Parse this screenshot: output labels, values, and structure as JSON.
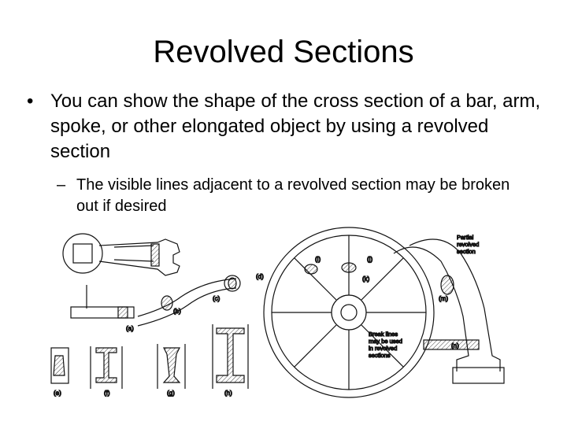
{
  "slide": {
    "title": "Revolved Sections",
    "bullet1": {
      "marker": "•",
      "text": "You can show the shape of the cross section of a bar, arm, spoke, or other elongated object by using a revolved section"
    },
    "bullet2": {
      "marker": "–",
      "text": "The visible lines adjacent to a revolved section may be broken out if desired"
    }
  },
  "figure": {
    "labels": {
      "a": "(a)",
      "b": "(b)",
      "c": "(c)",
      "d": "(d)",
      "e": "(e)",
      "f": "(f)",
      "g": "(g)",
      "h": "(h)",
      "i": "(i)",
      "j": "(j)",
      "k": "(k)",
      "m": "(m)",
      "n": "(n)"
    },
    "notes": {
      "partial_1": "Partial",
      "partial_2": "revolved",
      "partial_3": "section",
      "break_1": "Break lines",
      "break_2": "may be used",
      "break_3": "in revolved",
      "break_4": "sections"
    },
    "note_color": "#d23a2a"
  }
}
